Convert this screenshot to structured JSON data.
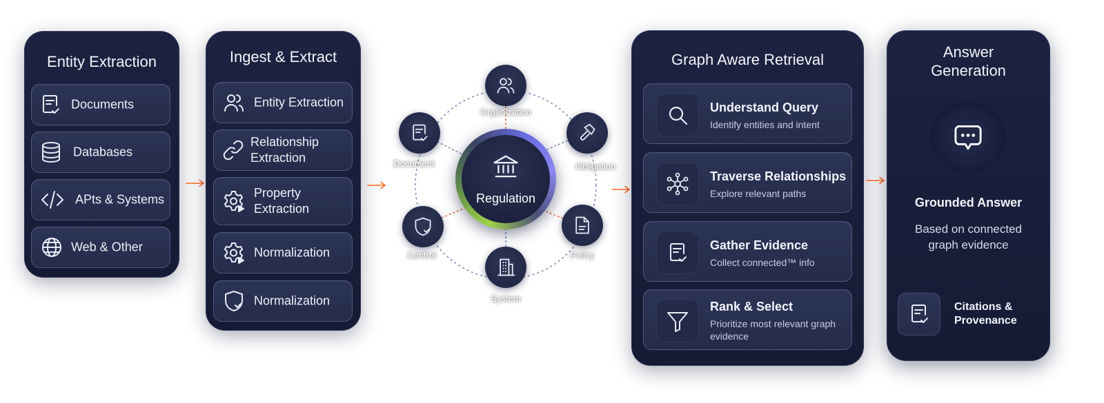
{
  "colors": {
    "panel": "#1c2240",
    "card": "#2c3456",
    "arrow": "#ff6a1f",
    "ring": "#7a85b5",
    "accent_green": "#9fd34a",
    "accent_purple": "#7f7ef0"
  },
  "panel1": {
    "title": "Entity Extraction",
    "items": [
      {
        "label": "Documents",
        "icon": "document-check-icon"
      },
      {
        "label": "Databases",
        "icon": "database-icon"
      },
      {
        "label": "APts & Systems",
        "icon": "code-icon"
      },
      {
        "label": "Web & Other",
        "icon": "globe-icon"
      }
    ]
  },
  "panel2": {
    "title": "Ingest & Extract",
    "items": [
      {
        "label": "Entity Extraction",
        "icon": "users-icon"
      },
      {
        "label": "Relationship\nExtraction",
        "icon": "link-icon"
      },
      {
        "label": "Property\nExtraction",
        "icon": "gear-play-icon"
      },
      {
        "label": "Normalization",
        "icon": "gear-play-icon"
      },
      {
        "label": "Normalization",
        "icon": "shield-check-icon"
      }
    ]
  },
  "graph": {
    "center": {
      "label": "Regulation",
      "icon": "bank-icon"
    },
    "nodes": [
      {
        "label": "Organization",
        "icon": "users-icon"
      },
      {
        "label": "Obligation",
        "icon": "gavel-icon"
      },
      {
        "label": "Policy",
        "icon": "policy-doc-icon"
      },
      {
        "label": "System",
        "icon": "building-icon"
      },
      {
        "label": "Control",
        "icon": "shield-check-icon"
      },
      {
        "label": "Document",
        "icon": "document-check-icon"
      }
    ]
  },
  "panel3": {
    "title": "Graph Aware Retrieval",
    "items": [
      {
        "title": "Understand Query",
        "desc": "Identify entities and intent",
        "icon": "search-icon"
      },
      {
        "title": "Traverse Relationships",
        "desc": "Explore relevant paths",
        "icon": "network-icon"
      },
      {
        "title": "Gather Evidence",
        "desc": "Collect connected™ info",
        "icon": "document-check-icon"
      },
      {
        "title": "Rank & Select",
        "desc": "Prioritize most relevant graph evidence",
        "icon": "funnel-icon"
      }
    ]
  },
  "panel4": {
    "title": "Answer\nGeneration",
    "bubble_icon": "chat-bubble-icon",
    "answer_title": "Grounded Answer",
    "answer_desc": "Based on connected\ngraph evidence",
    "citation": {
      "label": "Citations &\nProvenance",
      "icon": "document-check-icon"
    }
  }
}
